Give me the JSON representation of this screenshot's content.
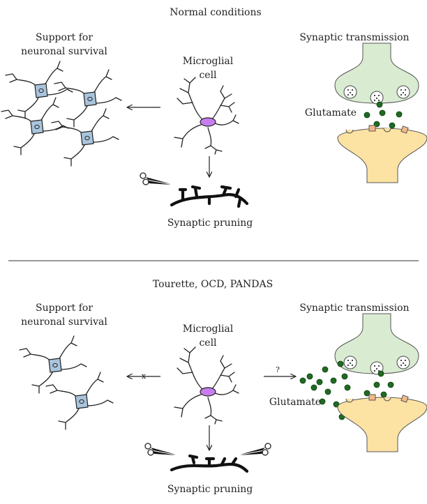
{
  "panels": {
    "normal": {
      "heading": "Normal conditions",
      "survival_label_line1": "Support for",
      "survival_label_line2": "neuronal survival",
      "microglia_label_line1": "Microglial",
      "microglia_label_line2": "cell",
      "transmission_label": "Synaptic transmission",
      "glutamate_label": "Glutamate",
      "pruning_label": "Synaptic pruning"
    },
    "disease": {
      "heading": "Tourette, OCD, PANDAS",
      "survival_label_line1": "Support for",
      "survival_label_line2": "neuronal survival",
      "microglia_label_line1": "Microglial",
      "microglia_label_line2": "cell",
      "transmission_label": "Synaptic transmission",
      "glutamate_label": "Glutamate",
      "pruning_label": "Synaptic pruning",
      "blocked_arrow_mark": "x",
      "unknown_arrow_mark": "?"
    }
  },
  "colors": {
    "microglia_body": "#c77dee",
    "neuron_body": "#a9c4dc",
    "presynaptic": "#d9ecd2",
    "postsynaptic": "#fde3a3",
    "glutamate_dot": "#1f6b22",
    "receptor": "#f4b98a"
  }
}
